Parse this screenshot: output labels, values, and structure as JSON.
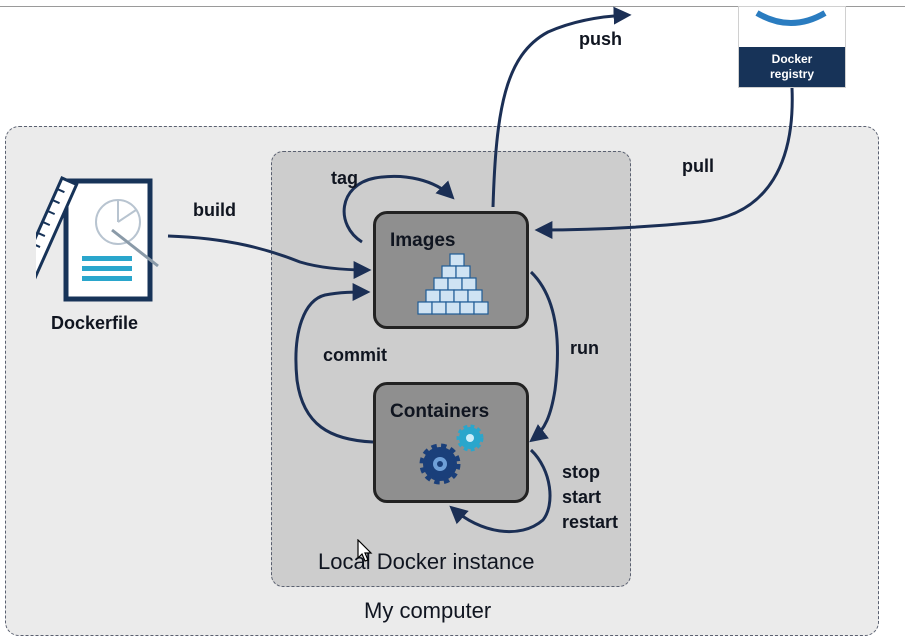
{
  "outer_box": {
    "label": "My computer"
  },
  "inner_box": {
    "label": "Local Docker instance"
  },
  "registry": {
    "line1": "Docker",
    "line2": "registry"
  },
  "dockerfile": {
    "label": "Dockerfile"
  },
  "images": {
    "label": "Images"
  },
  "containers": {
    "label": "Containers"
  },
  "edges": {
    "push": "push",
    "pull": "pull",
    "build": "build",
    "tag": "tag",
    "commit": "commit",
    "run": "run",
    "stop": "stop",
    "start": "start",
    "restart": "restart"
  },
  "colors": {
    "arrow": "#1b2f55",
    "node_fill": "#8f8f8f",
    "registry_band": "#173358",
    "accent": "#2aa6cc"
  }
}
